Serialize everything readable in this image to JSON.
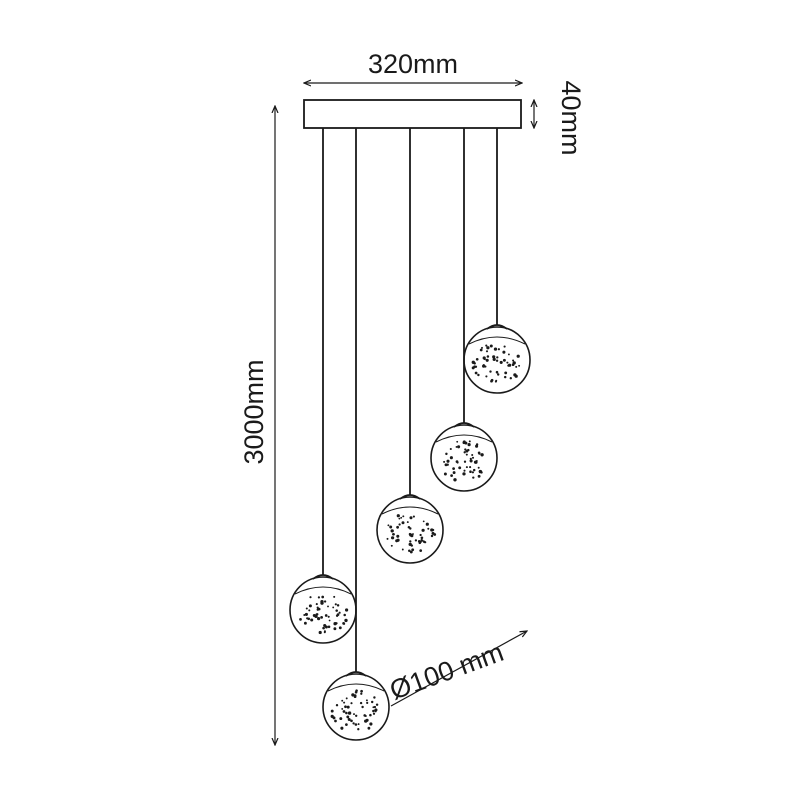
{
  "dimensions": {
    "canopy_width": "320mm",
    "canopy_height": "40mm",
    "drop_height": "3000mm",
    "globe_diameter": "Ø100 mm"
  },
  "colors": {
    "ink": "#1a1a1a",
    "background": "#ffffff"
  },
  "pendant_count": 5
}
